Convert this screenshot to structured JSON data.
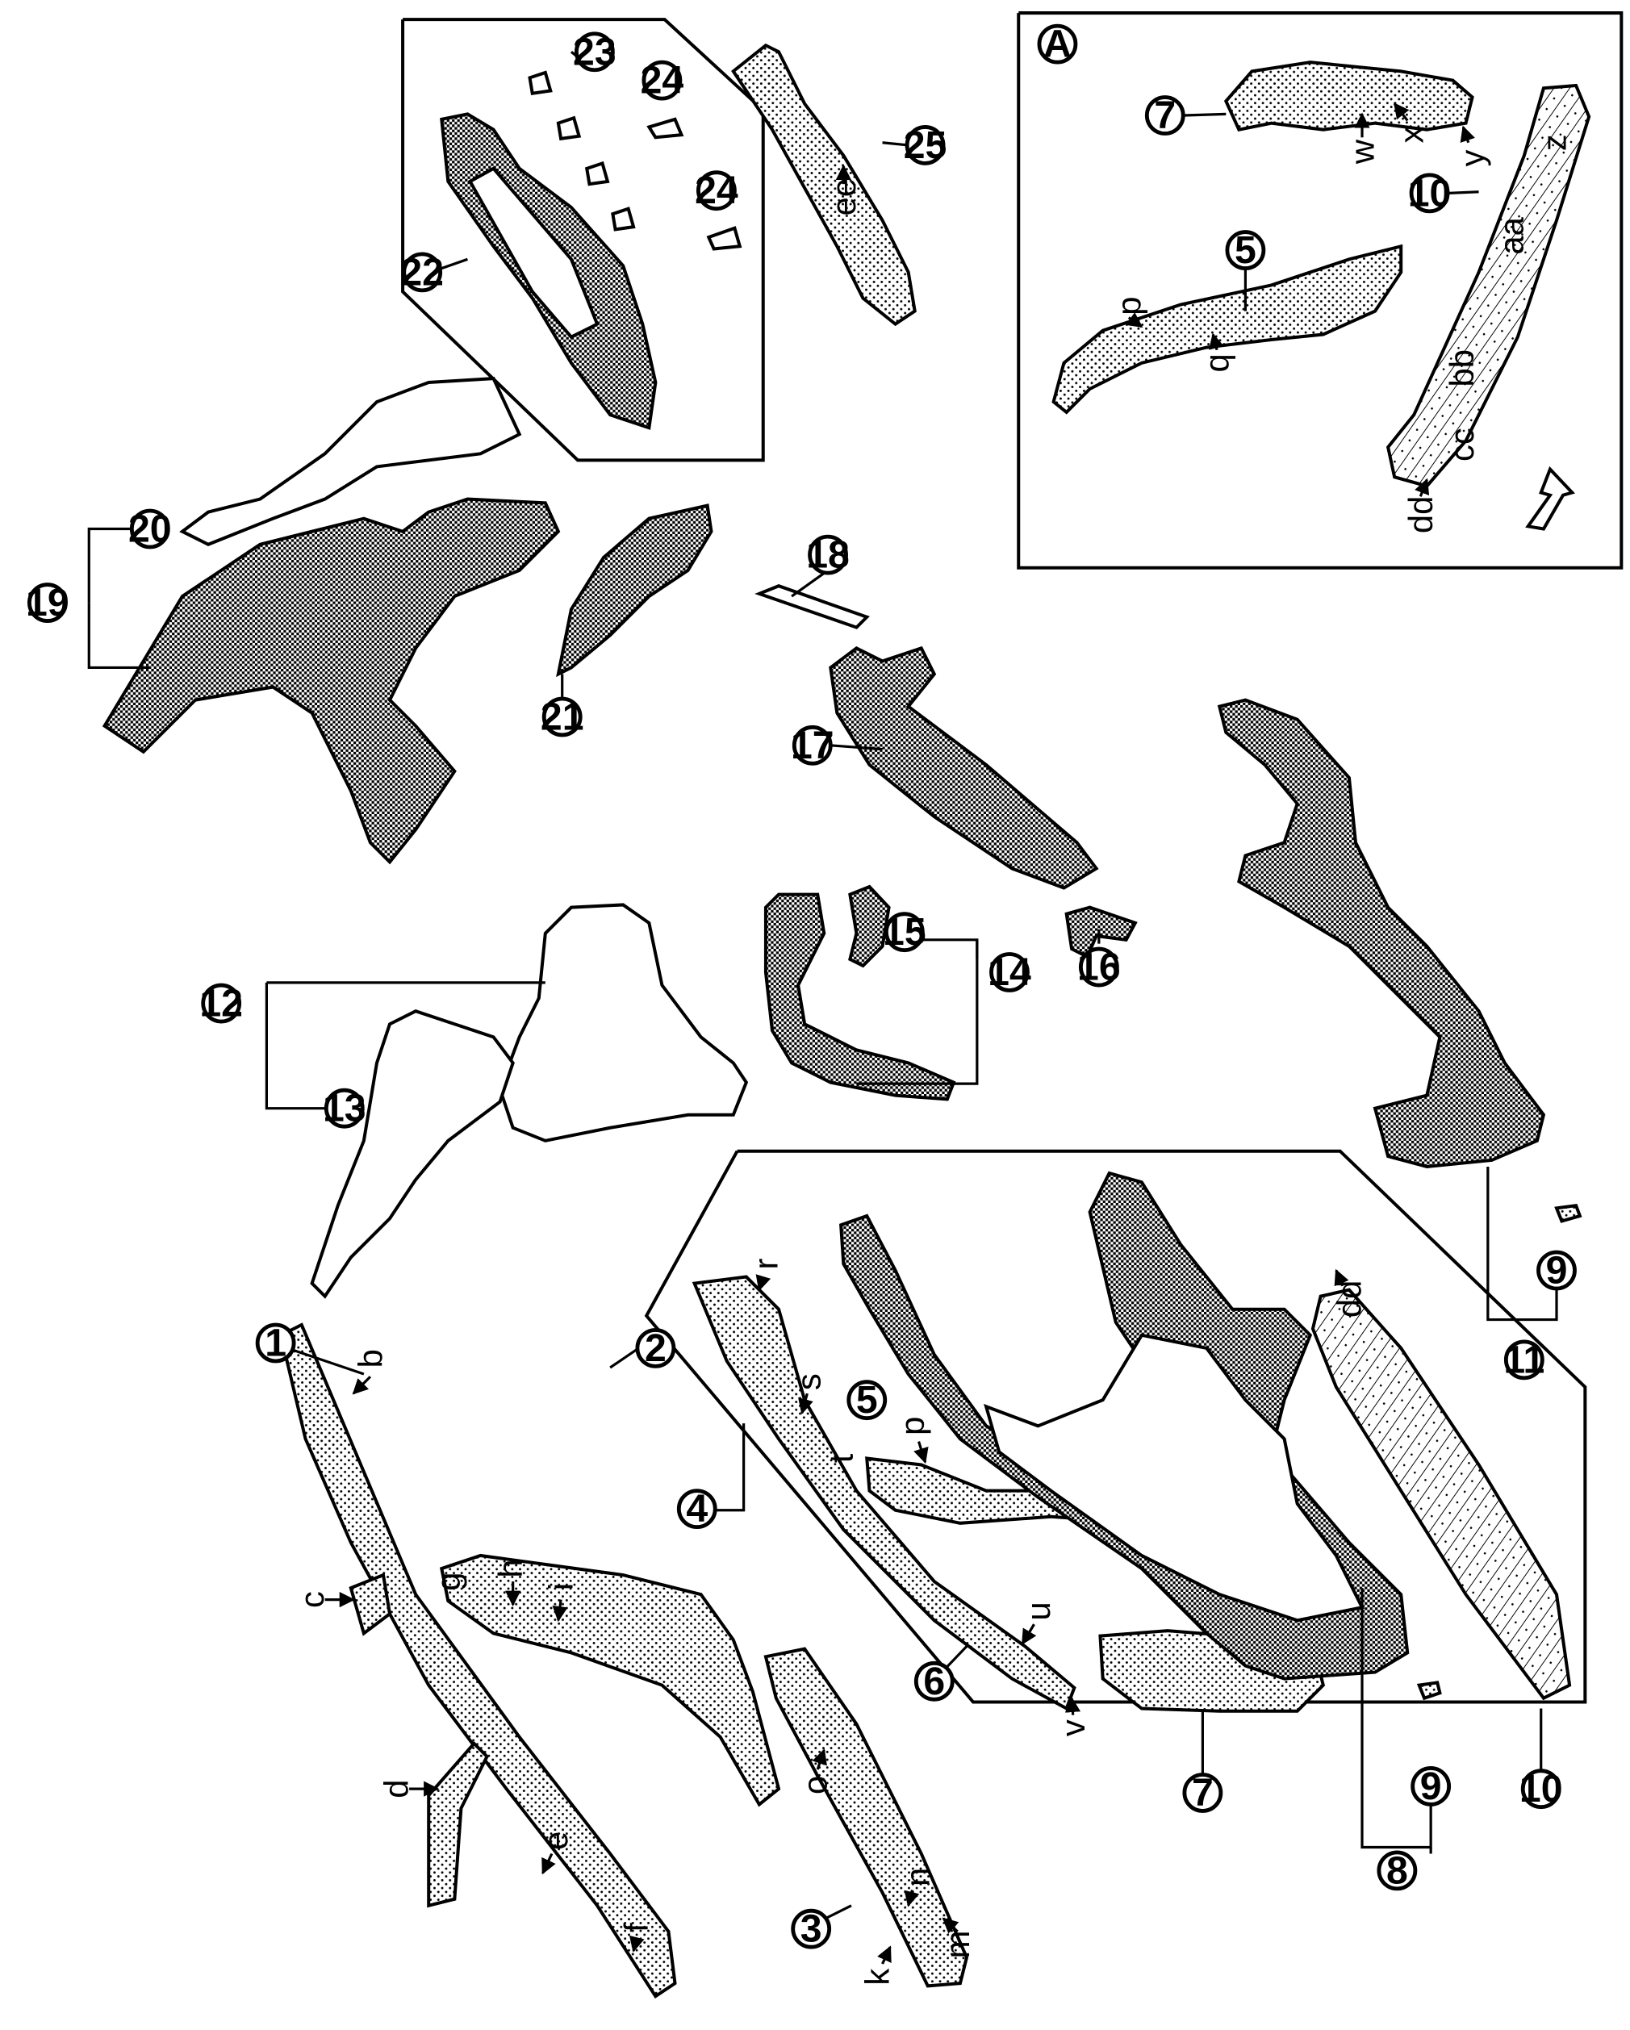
{
  "callouts": {
    "c1": "1",
    "c2": "2",
    "c3": "3",
    "c4": "4",
    "c5a": "5",
    "c5b": "5",
    "c6": "6",
    "c7a": "7",
    "c7b": "7",
    "c8": "8",
    "c9a": "9",
    "c9b": "9",
    "c10a": "10",
    "c10b": "10",
    "c11": "11",
    "c12": "12",
    "c13": "13",
    "c14": "14",
    "c15": "15",
    "c16": "16",
    "c17": "17",
    "c18": "18",
    "c19": "19",
    "c20": "20",
    "c21": "21",
    "c22": "22",
    "c23": "23",
    "c24a": "24",
    "c24b": "24",
    "c25": "25",
    "cA": "A"
  },
  "letters": {
    "b": "b",
    "c": "c",
    "d": "d",
    "e": "e",
    "f": "f",
    "g": "g",
    "h": "h",
    "i": "i",
    "k": "k",
    "m": "m",
    "n": "n",
    "o": "o",
    "p1": "p",
    "r": "r",
    "s": "s",
    "t": "t",
    "u": "u",
    "v": "v",
    "dd1": "dd",
    "w": "w",
    "x": "x",
    "y": "y",
    "z": "z",
    "aa": "aa",
    "bb": "bb",
    "cc": "cc",
    "dd2": "dd",
    "p2": "p",
    "q": "q",
    "ee": "ee"
  },
  "colors": {
    "line": "#000000",
    "background": "#ffffff"
  },
  "icons": {
    "direction_arrow": "front-direction-arrow-icon"
  }
}
